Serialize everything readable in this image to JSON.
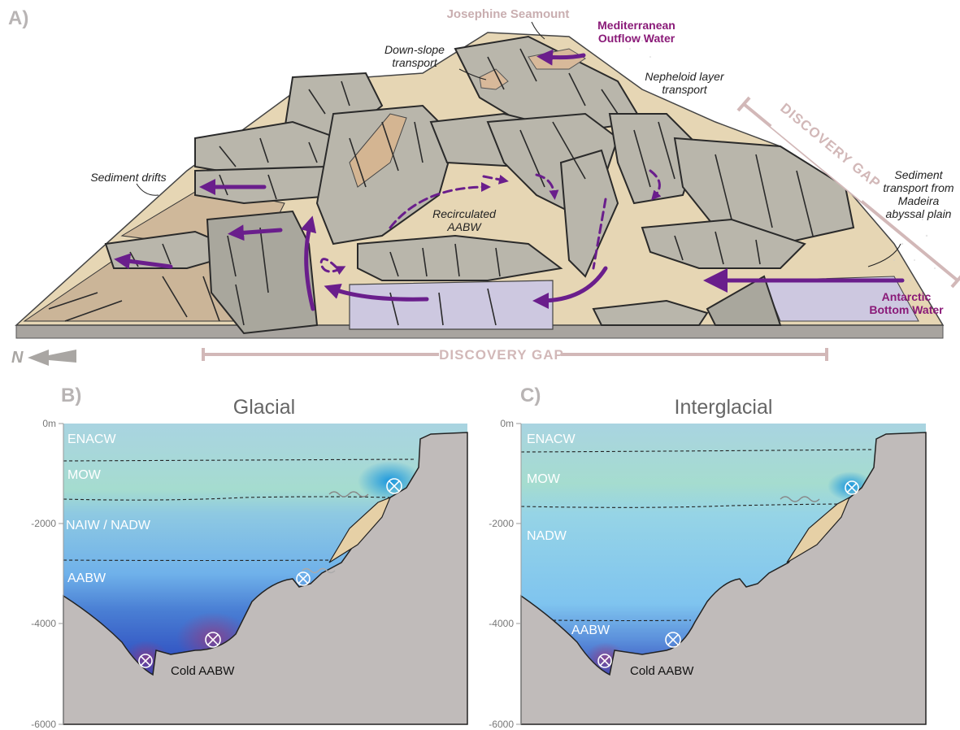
{
  "panel_a": {
    "letter": "A)",
    "labels": {
      "josephine": "Josephine Seamount",
      "mow_line1": "Mediterranean",
      "mow_line2": "Outflow Water",
      "downslope_line1": "Down-slope",
      "downslope_line2": "transport",
      "nepheloid_line1": "Nepheloid layer",
      "nepheloid_line2": "transport",
      "drifts": "Sediment drifts",
      "recirc_line1": "Recirculated",
      "recirc_line2": "AABW",
      "madeira_line1": "Sediment",
      "madeira_line2": "transport from",
      "madeira_line3": "Madeira",
      "madeira_line4": "abyssal plain",
      "aabw_line1": "Antarctic",
      "aabw_line2": "Bottom Water",
      "gap_diag": "DISCOVERY GAP",
      "gap_bottom": "DISCOVERY GAP",
      "north": "N"
    },
    "colors": {
      "terrain": "#e6d6b4",
      "ridge": "#b9b6ab",
      "flow": "#6a1e8c",
      "label_purple": "#8a1a78"
    }
  },
  "panel_b": {
    "letter": "B)",
    "title": "Glacial",
    "y_ticks": [
      "0m",
      "-2000",
      "-4000",
      "-6000"
    ],
    "water_masses": [
      "ENACW",
      "MOW",
      "NAIW / NADW",
      "AABW"
    ],
    "cold_label": "Cold AABW"
  },
  "panel_c": {
    "letter": "C)",
    "title": "Interglacial",
    "y_ticks": [
      "0m",
      "-2000",
      "-4000",
      "-6000"
    ],
    "water_masses": [
      "ENACW",
      "MOW",
      "NADW",
      "AABW"
    ],
    "cold_label": "Cold AABW"
  },
  "icons": [
    "compass-arrow-icon",
    "flow-into-page-icon"
  ]
}
